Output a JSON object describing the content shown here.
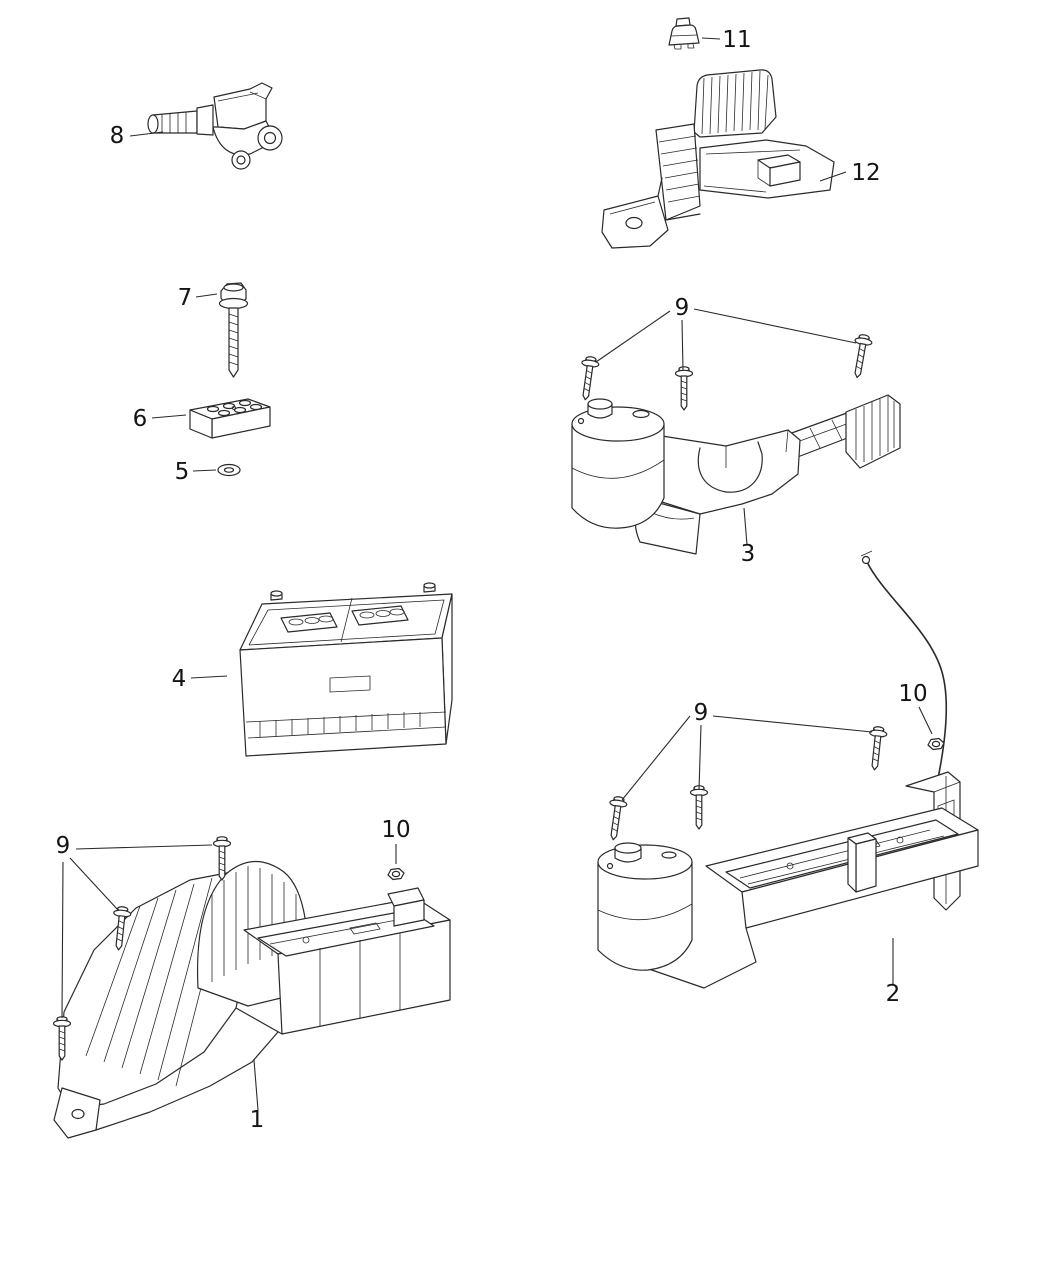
{
  "diagram": {
    "kind": "exploded-parts-diagram",
    "background": "#ffffff",
    "line_color": "#2a2a2a",
    "callouts": {
      "c1": {
        "label": "1",
        "part": "battery-tray-lower-shield"
      },
      "c2": {
        "label": "2",
        "part": "battery-tray-assembly"
      },
      "c3": {
        "label": "3",
        "part": "battery-tray-with-reservoir"
      },
      "c4": {
        "label": "4",
        "part": "battery"
      },
      "c5": {
        "label": "5",
        "part": "washer"
      },
      "c6": {
        "label": "6",
        "part": "spacer-block"
      },
      "c7": {
        "label": "7",
        "part": "hex-flange-bolt"
      },
      "c8": {
        "label": "8",
        "part": "battery-sensor"
      },
      "c9a": {
        "label": "9",
        "part": "mounting-screws"
      },
      "c9b": {
        "label": "9",
        "part": "mounting-screws"
      },
      "c9c": {
        "label": "9",
        "part": "mounting-screws"
      },
      "c10a": {
        "label": "10",
        "part": "nut"
      },
      "c10b": {
        "label": "10",
        "part": "nut"
      },
      "c11": {
        "label": "11",
        "part": "retainer-clip"
      },
      "c12": {
        "label": "12",
        "part": "support-bracket"
      }
    }
  }
}
